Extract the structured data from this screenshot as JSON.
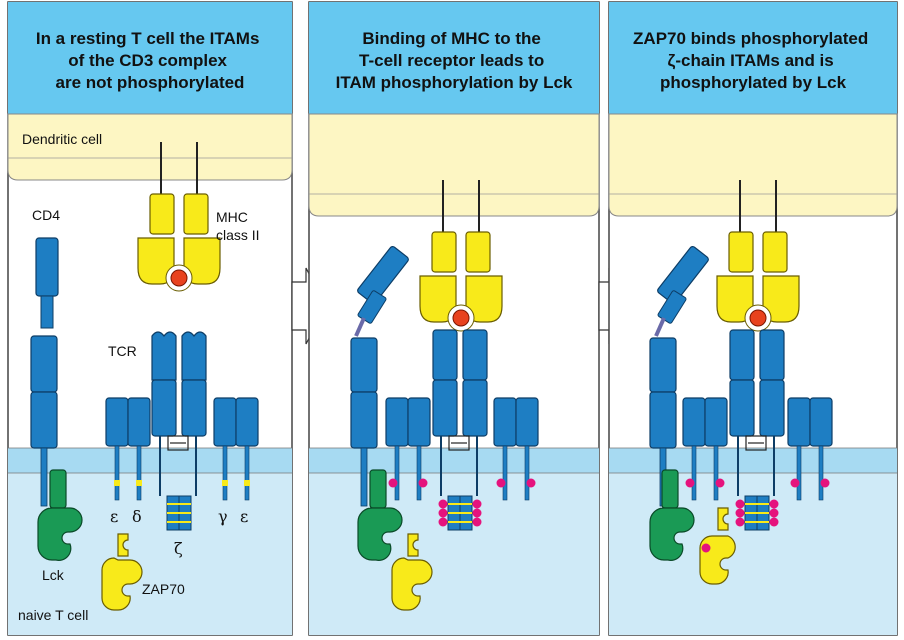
{
  "panels": [
    {
      "title": [
        "In a resting T cell the ITAMs",
        "of the CD3 complex",
        "are not phosphorylated"
      ]
    },
    {
      "title": [
        "Binding of MHC to the",
        "T-cell receptor leads to",
        "ITAM phosphorylation by Lck"
      ]
    },
    {
      "title": [
        "ZAP70 binds phosphorylated",
        "ζ-chain ITAMs and is",
        "phosphorylated by Lck"
      ]
    }
  ],
  "labels": {
    "dendritic_cell": "Dendritic cell",
    "cd4": "CD4",
    "mhc": [
      "MHC",
      "class II"
    ],
    "tcr": "TCR",
    "epsilon_left": "ε",
    "delta": "δ",
    "gamma": "γ",
    "epsilon_right": "ε",
    "zeta": "ζ",
    "lck": "Lck",
    "zap70": "ZAP70",
    "naive_t_cell": "naive T cell"
  },
  "colors": {
    "header_blue": "#66c8f0",
    "cytoplasm_blue": "#cfeaf7",
    "membrane_blue": "#a7daf2",
    "dendritic_cream": "#fdf6c3",
    "protein_blue": "#1e7ec3",
    "protein_yellow": "#f8ea1a",
    "lck_green": "#1a9a55",
    "phospho_magenta": "#e5137d",
    "peptide_red": "#e8421e"
  }
}
